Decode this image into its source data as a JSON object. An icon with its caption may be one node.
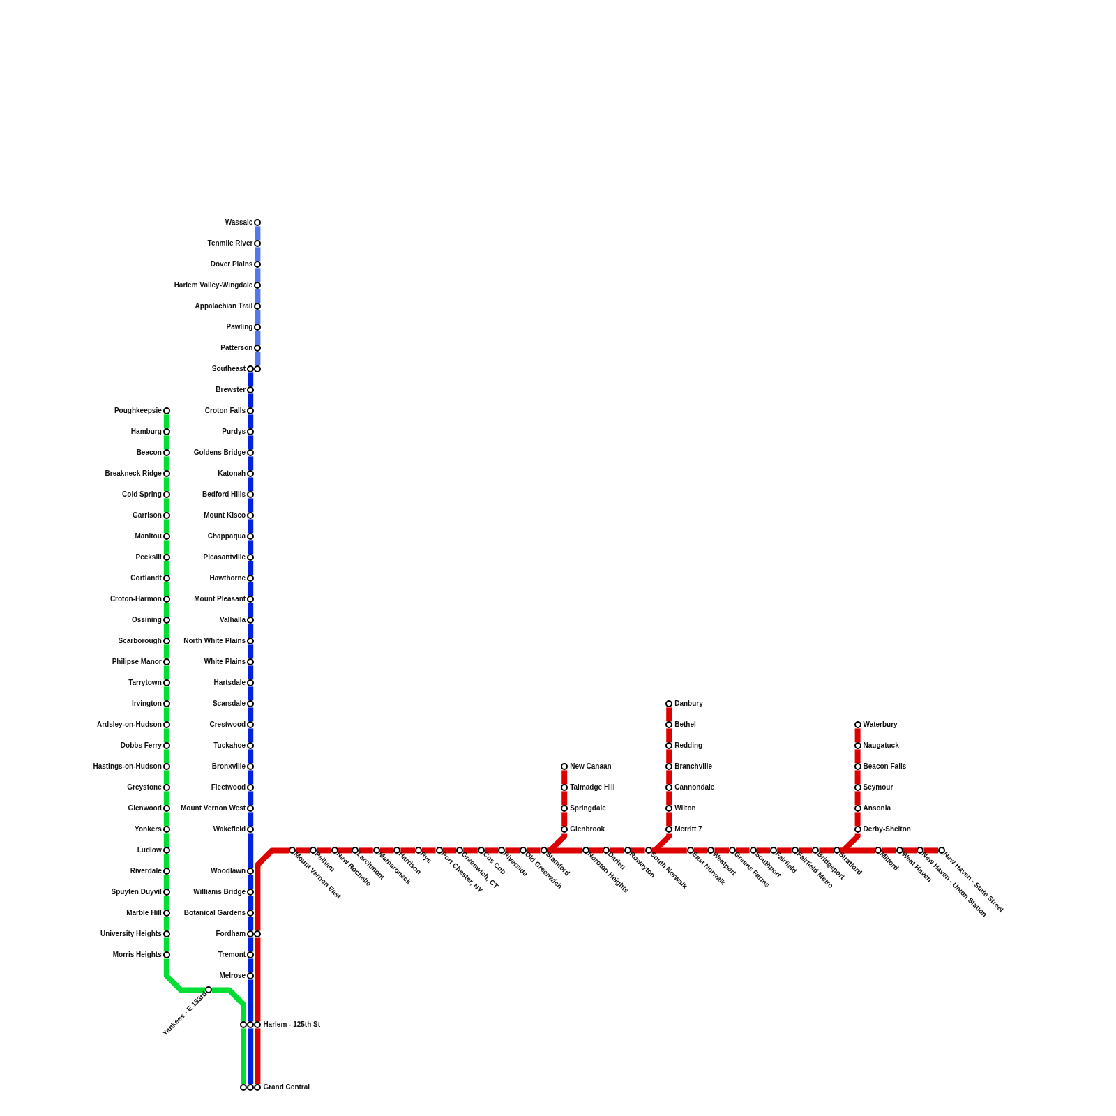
{
  "diagram": {
    "nodes": [
      {
        "text": [
          "Wassaic"
        ]
      },
      {
        "text": [
          "Tenmile River"
        ]
      },
      {
        "text": [
          "Dover Plains"
        ]
      },
      {
        "text": [
          "Harlem Valley-Wingdale"
        ]
      },
      {
        "text": [
          "Appalachian Trail"
        ]
      },
      {
        "text": [
          "Pawling"
        ]
      },
      {
        "text": [
          "Patterson"
        ]
      },
      {
        "text": [
          "Southeast"
        ]
      },
      {
        "text": [
          "Brewster"
        ]
      },
      {
        "text": [
          "Croton Falls"
        ]
      },
      {
        "text": [
          "Purdys"
        ]
      },
      {
        "text": [
          "Goldens Bridge"
        ]
      },
      {
        "text": [
          "Katonah"
        ]
      },
      {
        "text": [
          "Bedford Hills"
        ]
      },
      {
        "text": [
          "Mount Kisco"
        ]
      },
      {
        "text": [
          "Chappaqua"
        ]
      },
      {
        "text": [
          "Pleasantville"
        ]
      },
      {
        "text": [
          "Hawthorne"
        ]
      },
      {
        "text": [
          "Mount Pleasant"
        ]
      },
      {
        "text": [
          "Valhalla"
        ]
      },
      {
        "text": [
          "North White Plains"
        ]
      },
      {
        "text": [
          "White Plains"
        ]
      },
      {
        "text": [
          "Hartsdale"
        ]
      },
      {
        "text": [
          "Scarsdale"
        ]
      },
      {
        "text": [
          "Crestwood"
        ]
      },
      {
        "text": [
          "Tuckahoe"
        ]
      },
      {
        "text": [
          "Bronxville"
        ]
      },
      {
        "text": [
          "Fleetwood"
        ]
      },
      {
        "text": [
          "Mount Vernon West"
        ]
      },
      {
        "text": [
          "Wakefield"
        ]
      },
      {
        "text": [
          "Woodlawn"
        ]
      },
      {
        "text": [
          "Williams Bridge"
        ]
      },
      {
        "text": [
          "Botanical Gardens"
        ]
      },
      {
        "text": [
          "Fordham"
        ]
      },
      {
        "text": [
          "Tremont"
        ]
      },
      {
        "text": [
          "Melrose"
        ]
      },
      {
        "text": [
          "Harlem - 125th St"
        ]
      },
      {
        "text": [
          "Grand Central"
        ]
      },
      {
        "text": [
          "Poughkeepsie"
        ]
      },
      {
        "text": [
          "Hamburg"
        ]
      },
      {
        "text": [
          "Beacon"
        ]
      },
      {
        "text": [
          "Breakneck Ridge"
        ]
      },
      {
        "text": [
          "Cold Spring"
        ]
      },
      {
        "text": [
          "Garrison"
        ]
      },
      {
        "text": [
          "Manitou"
        ]
      },
      {
        "text": [
          "Peeksill"
        ]
      },
      {
        "text": [
          "Cortlandt"
        ]
      },
      {
        "text": [
          "Croton-Harmon"
        ]
      },
      {
        "text": [
          "Ossining"
        ]
      },
      {
        "text": [
          "Scarborough"
        ]
      },
      {
        "text": [
          "Philipse Manor"
        ]
      },
      {
        "text": [
          "Tarrytown"
        ]
      },
      {
        "text": [
          "Irvington"
        ]
      },
      {
        "text": [
          "Ardsley-on-Hudson"
        ]
      },
      {
        "text": [
          "Dobbs Ferry"
        ]
      },
      {
        "text": [
          "Hastings-on-Hudson"
        ]
      },
      {
        "text": [
          "Greystone"
        ]
      },
      {
        "text": [
          "Glenwood"
        ]
      },
      {
        "text": [
          "Yonkers"
        ]
      },
      {
        "text": [
          "Ludlow"
        ]
      },
      {
        "text": [
          "Riverdale"
        ]
      },
      {
        "text": [
          "Spuyten Duyvil"
        ]
      },
      {
        "text": [
          "Marble Hill"
        ]
      },
      {
        "text": [
          "University Heights"
        ]
      },
      {
        "text": [
          "Morris Heights"
        ]
      },
      {
        "text": [
          "Yankees - E 153rd"
        ]
      },
      {
        "text": [
          "Mount Vernon East"
        ]
      },
      {
        "text": [
          "Pelham"
        ]
      },
      {
        "text": [
          "New Rochelle"
        ]
      },
      {
        "text": [
          "Larchmont"
        ]
      },
      {
        "text": [
          "Mamaroneck"
        ]
      },
      {
        "text": [
          "Harrison"
        ]
      },
      {
        "text": [
          "Rye"
        ]
      },
      {
        "text": [
          "Port Chester, NY"
        ]
      },
      {
        "text": [
          "Greenwich, CT"
        ]
      },
      {
        "text": [
          "Cos Cob"
        ]
      },
      {
        "text": [
          "Riverside"
        ]
      },
      {
        "text": [
          "Old Greenwich"
        ]
      },
      {
        "text": [
          "Stamford"
        ]
      },
      {
        "text": [
          "Noroton Heights"
        ]
      },
      {
        "text": [
          "Darien"
        ]
      },
      {
        "text": [
          "Rowayton"
        ]
      },
      {
        "text": [
          "South Norwalk"
        ]
      },
      {
        "text": [
          "East Norwalk"
        ]
      },
      {
        "text": [
          "Westport"
        ]
      },
      {
        "text": [
          "Greens Farms"
        ]
      },
      {
        "text": [
          "Southport"
        ]
      },
      {
        "text": [
          "Fairfield"
        ]
      },
      {
        "text": [
          "Fairfield Metro"
        ]
      },
      {
        "text": [
          "Bridgeport"
        ]
      },
      {
        "text": [
          "Stratford"
        ]
      },
      {
        "text": [
          "Milford"
        ]
      },
      {
        "text": [
          "West Haven"
        ]
      },
      {
        "text": [
          "New Haven - Union Station"
        ]
      },
      {
        "text": [
          "New Haven - State Street"
        ]
      },
      {
        "text": [
          "New Canaan"
        ]
      },
      {
        "text": [
          "Talmadge Hill"
        ]
      },
      {
        "text": [
          "Springdale"
        ]
      },
      {
        "text": [
          "Glenbrook"
        ]
      },
      {
        "text": [
          "Danbury"
        ]
      },
      {
        "text": [
          "Bethel"
        ]
      },
      {
        "text": [
          "Redding"
        ]
      },
      {
        "text": [
          "Branchville"
        ]
      },
      {
        "text": [
          "Cannondale"
        ]
      },
      {
        "text": [
          "Wilton"
        ]
      },
      {
        "text": [
          "Merritt 7"
        ]
      },
      {
        "text": [
          "Waterbury"
        ]
      },
      {
        "text": [
          "Naugatuck"
        ]
      },
      {
        "text": [
          "Beacon Falls"
        ]
      },
      {
        "text": [
          "Seymour"
        ]
      },
      {
        "text": [
          "Ansonia"
        ]
      },
      {
        "text": [
          "Derby-Shelton"
        ]
      }
    ],
    "edges": [
      {
        "from": 38,
        "to": 39,
        "arrow": "none",
        "color": "#00dd33"
      },
      {
        "from": 39,
        "to": 40,
        "arrow": "none",
        "color": "#00dd33"
      },
      {
        "from": 40,
        "to": 41,
        "arrow": "none",
        "color": "#00dd33"
      },
      {
        "from": 41,
        "to": 42,
        "arrow": "none",
        "color": "#00dd33"
      },
      {
        "from": 42,
        "to": 43,
        "arrow": "none",
        "color": "#00dd33"
      },
      {
        "from": 43,
        "to": 44,
        "arrow": "none",
        "color": "#00dd33"
      },
      {
        "from": 44,
        "to": 45,
        "arrow": "none",
        "color": "#00dd33"
      },
      {
        "from": 45,
        "to": 46,
        "arrow": "none",
        "color": "#00dd33"
      },
      {
        "from": 46,
        "to": 47,
        "arrow": "none",
        "color": "#00dd33"
      },
      {
        "from": 47,
        "to": 48,
        "arrow": "none",
        "color": "#00dd33"
      },
      {
        "from": 48,
        "to": 49,
        "arrow": "none",
        "color": "#00dd33"
      },
      {
        "from": 49,
        "to": 50,
        "arrow": "none",
        "color": "#00dd33"
      },
      {
        "from": 50,
        "to": 51,
        "arrow": "none",
        "color": "#00dd33"
      },
      {
        "from": 51,
        "to": 52,
        "arrow": "none",
        "color": "#00dd33"
      },
      {
        "from": 52,
        "to": 53,
        "arrow": "none",
        "color": "#00dd33"
      },
      {
        "from": 53,
        "to": 54,
        "arrow": "none",
        "color": "#00dd33"
      },
      {
        "from": 54,
        "to": 55,
        "arrow": "none",
        "color": "#00dd33"
      },
      {
        "from": 55,
        "to": 56,
        "arrow": "none",
        "color": "#00dd33"
      },
      {
        "from": 56,
        "to": 57,
        "arrow": "none",
        "color": "#00dd33"
      },
      {
        "from": 57,
        "to": 58,
        "arrow": "none",
        "color": "#00dd33"
      },
      {
        "from": 58,
        "to": 59,
        "arrow": "none",
        "color": "#00dd33"
      },
      {
        "from": 59,
        "to": 60,
        "arrow": "none",
        "color": "#00dd33"
      },
      {
        "from": 60,
        "to": 61,
        "arrow": "none",
        "color": "#00dd33"
      },
      {
        "from": 61,
        "to": 62,
        "arrow": "none",
        "color": "#00dd33"
      },
      {
        "from": 62,
        "to": 63,
        "arrow": "none",
        "color": "#00dd33"
      },
      {
        "from": 63,
        "to": 64,
        "arrow": "none",
        "color": "#00dd33"
      },
      {
        "from": 64,
        "to": 65,
        "arrow": "none",
        "color": "#00dd33"
      },
      {
        "from": 36,
        "to": 65,
        "arrow": "none",
        "color": "#00dd33"
      },
      {
        "from": 36,
        "to": 37,
        "arrow": "none",
        "color": "#00dd33"
      },
      {
        "from": 7,
        "to": 8,
        "arrow": "none",
        "color": "#0022dd"
      },
      {
        "from": 8,
        "to": 9,
        "arrow": "none",
        "color": "#0022dd"
      },
      {
        "from": 9,
        "to": 10,
        "arrow": "none",
        "color": "#0022dd"
      },
      {
        "from": 10,
        "to": 11,
        "arrow": "none",
        "color": "#0022dd"
      },
      {
        "from": 11,
        "to": 12,
        "arrow": "none",
        "color": "#0022dd"
      },
      {
        "from": 12,
        "to": 13,
        "arrow": "none",
        "color": "#0022dd"
      },
      {
        "from": 13,
        "to": 14,
        "arrow": "none",
        "color": "#0022dd"
      },
      {
        "from": 14,
        "to": 15,
        "arrow": "none",
        "color": "#0022dd"
      },
      {
        "from": 15,
        "to": 16,
        "arrow": "none",
        "color": "#0022dd"
      },
      {
        "from": 16,
        "to": 17,
        "arrow": "none",
        "color": "#0022dd"
      },
      {
        "from": 17,
        "to": 18,
        "arrow": "none",
        "color": "#0022dd"
      },
      {
        "from": 18,
        "to": 19,
        "arrow": "none",
        "color": "#0022dd"
      },
      {
        "from": 19,
        "to": 20,
        "arrow": "none",
        "color": "#0022dd"
      },
      {
        "from": 20,
        "to": 21,
        "arrow": "none",
        "color": "#0022dd"
      },
      {
        "from": 21,
        "to": 22,
        "arrow": "none",
        "color": "#0022dd"
      },
      {
        "from": 22,
        "to": 23,
        "arrow": "none",
        "color": "#0022dd"
      },
      {
        "from": 23,
        "to": 24,
        "arrow": "none",
        "color": "#0022dd"
      },
      {
        "from": 24,
        "to": 25,
        "arrow": "none",
        "color": "#0022dd"
      },
      {
        "from": 25,
        "to": 26,
        "arrow": "none",
        "color": "#0022dd"
      },
      {
        "from": 26,
        "to": 27,
        "arrow": "none",
        "color": "#0022dd"
      },
      {
        "from": 27,
        "to": 28,
        "arrow": "none",
        "color": "#0022dd"
      },
      {
        "from": 28,
        "to": 29,
        "arrow": "none",
        "color": "#0022dd"
      },
      {
        "from": 29,
        "to": 30,
        "arrow": "none",
        "color": "#0022dd"
      },
      {
        "from": 30,
        "to": 31,
        "arrow": "none",
        "color": "#0022dd"
      },
      {
        "from": 31,
        "to": 32,
        "arrow": "none",
        "color": "#0022dd"
      },
      {
        "from": 32,
        "to": 33,
        "arrow": "none",
        "color": "#0022dd"
      },
      {
        "from": 33,
        "to": 34,
        "arrow": "none",
        "color": "#0022dd"
      },
      {
        "from": 34,
        "to": 35,
        "arrow": "none",
        "color": "#0022dd"
      },
      {
        "from": 35,
        "to": 36,
        "arrow": "none",
        "color": "#0022dd"
      },
      {
        "from": 36,
        "to": 37,
        "arrow": "none",
        "color": "#0022dd"
      },
      {
        "from": 0,
        "to": 1,
        "arrow": "none",
        "color": "#5577ee"
      },
      {
        "from": 1,
        "to": 2,
        "arrow": "none",
        "color": "#5577ee"
      },
      {
        "from": 2,
        "to": 3,
        "arrow": "none",
        "color": "#5577ee"
      },
      {
        "from": 3,
        "to": 4,
        "arrow": "none",
        "color": "#5577ee"
      },
      {
        "from": 4,
        "to": 5,
        "arrow": "none",
        "color": "#5577ee"
      },
      {
        "from": 5,
        "to": 6,
        "arrow": "none",
        "color": "#5577ee"
      },
      {
        "from": 6,
        "to": 7,
        "arrow": "none",
        "color": "#5577ee"
      },
      {
        "from": 37,
        "to": 36,
        "arrow": "none"
      },
      {
        "from": 36,
        "to": 33,
        "arrow": "none"
      },
      {
        "from": 33,
        "to": 66,
        "arrow": "none"
      },
      {
        "from": 66,
        "to": 67,
        "arrow": "none"
      },
      {
        "from": 67,
        "to": 68,
        "arrow": "none"
      },
      {
        "from": 68,
        "to": 69,
        "arrow": "none"
      },
      {
        "from": 69,
        "to": 70,
        "arrow": "none"
      },
      {
        "from": 70,
        "to": 71,
        "arrow": "none"
      },
      {
        "from": 71,
        "to": 72,
        "arrow": "none"
      },
      {
        "from": 72,
        "to": 73,
        "arrow": "none"
      },
      {
        "from": 73,
        "to": 74,
        "arrow": "none"
      },
      {
        "from": 74,
        "to": 75,
        "arrow": "none"
      },
      {
        "from": 75,
        "to": 76,
        "arrow": "none"
      },
      {
        "from": 76,
        "to": 77,
        "arrow": "none"
      },
      {
        "from": 77,
        "to": 78,
        "arrow": "none"
      },
      {
        "from": 78,
        "to": 79,
        "arrow": "none"
      },
      {
        "from": 79,
        "to": 80,
        "arrow": "none"
      },
      {
        "from": 80,
        "to": 81,
        "arrow": "none"
      },
      {
        "from": 81,
        "to": 82,
        "arrow": "none"
      },
      {
        "from": 82,
        "to": 83,
        "arrow": "none"
      },
      {
        "from": 83,
        "to": 84,
        "arrow": "none"
      },
      {
        "from": 84,
        "to": 85,
        "arrow": "none"
      },
      {
        "from": 85,
        "to": 86,
        "arrow": "none"
      },
      {
        "from": 86,
        "to": 87,
        "arrow": "none"
      },
      {
        "from": 87,
        "to": 88,
        "arrow": "none"
      },
      {
        "from": 88,
        "to": 89,
        "arrow": "none"
      },
      {
        "from": 89,
        "to": 90,
        "arrow": "none"
      },
      {
        "from": 90,
        "to": 91,
        "arrow": "none"
      },
      {
        "from": 91,
        "to": 92,
        "arrow": "none"
      },
      {
        "from": 92,
        "to": 93,
        "arrow": "none"
      },
      {
        "from": 93,
        "to": 94,
        "arrow": "none"
      },
      {
        "from": 95,
        "to": 96,
        "arrow": "none"
      },
      {
        "from": 96,
        "to": 97,
        "arrow": "none"
      },
      {
        "from": 97,
        "to": 98,
        "arrow": "none"
      },
      {
        "from": 98,
        "to": 78,
        "arrow": "none"
      },
      {
        "from": 99,
        "to": 100,
        "arrow": "none"
      },
      {
        "from": 100,
        "to": 101,
        "arrow": "none"
      },
      {
        "from": 101,
        "to": 102,
        "arrow": "none"
      },
      {
        "from": 102,
        "to": 103,
        "arrow": "none"
      },
      {
        "from": 103,
        "to": 104,
        "arrow": "none"
      },
      {
        "from": 104,
        "to": 105,
        "arrow": "none"
      },
      {
        "from": 105,
        "to": 82,
        "arrow": "none"
      },
      {
        "from": 106,
        "to": 107,
        "arrow": "none"
      },
      {
        "from": 107,
        "to": 108,
        "arrow": "none"
      },
      {
        "from": 108,
        "to": 109,
        "arrow": "none"
      },
      {
        "from": 109,
        "to": 110,
        "arrow": "none"
      },
      {
        "from": 110,
        "to": 111,
        "arrow": "none"
      },
      {
        "from": 111,
        "to": 90,
        "arrow": "none"
      }
    ]
  }
}
